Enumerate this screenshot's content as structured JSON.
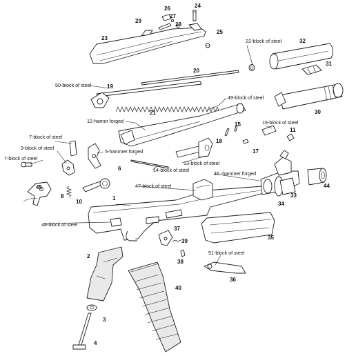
{
  "callouts": {
    "n1": "1",
    "n2": "2",
    "n3": "3",
    "n4": "4",
    "n6": "6",
    "n8": "8",
    "n10": "10",
    "n11": "11",
    "n15": "15",
    "n17": "17",
    "n18": "18",
    "n19": "19",
    "n20": "20",
    "n21": "21",
    "n23": "23",
    "n24": "24",
    "n25": "25",
    "n26": "26",
    "n27": "27",
    "n28": "28",
    "n29": "29",
    "n30": "30",
    "n31": "31",
    "n32": "32",
    "n33": "33",
    "n34": "34",
    "n35": "35",
    "n36": "36",
    "n37": "37",
    "n38": "38",
    "n39": "39",
    "n40": "40",
    "n44": "44",
    "n45": "45"
  },
  "labels": {
    "l22": "22-block of steel",
    "l50": "50-block of steel",
    "l49": "49-block of steel",
    "l12": "12-hamer forged",
    "l16": "16-block of steel",
    "l7a": "7-block of steel",
    "l5": "5-hammer forged",
    "l9": "9-block of steel",
    "l7b": "7-block of steel",
    "l13": "13-block of steel",
    "l14": "14-block of steel",
    "l46": "46 -hammer forged",
    "l47": "47-block of steel",
    "l48": "48-block of steel",
    "l51": "51-block of steel"
  }
}
